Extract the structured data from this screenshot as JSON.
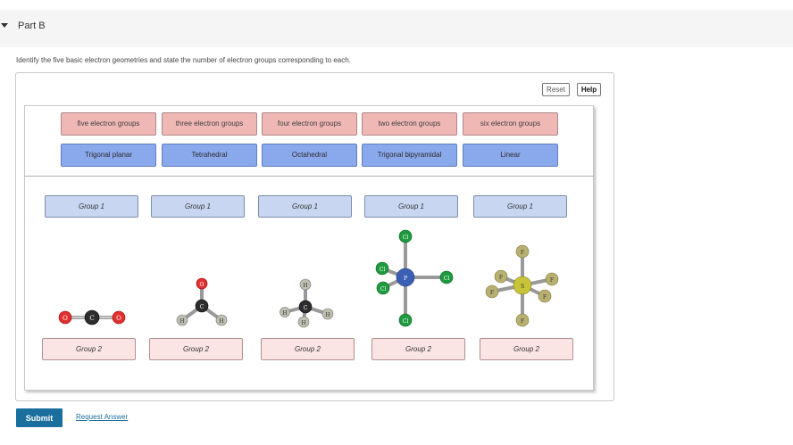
{
  "part": {
    "title": "Part B",
    "caret_icon": "caret-down-icon"
  },
  "question": "Identify the five basic electron geometries and state the number of electron groups corresponding to each.",
  "toolbar": {
    "reset": "Reset",
    "help": "Help"
  },
  "tray": {
    "row1": [
      "five electron groups",
      "three electron groups",
      "four electron groups",
      "two electron groups",
      "six electron groups"
    ],
    "row2": [
      "Trigonal planar",
      "Tetrahedral",
      "Octahedral",
      "Trigonal bipyramidal",
      "Linear"
    ]
  },
  "columns": [
    {
      "group1": "Group 1",
      "group2": "Group 2",
      "molecule": "CO2",
      "atoms": [
        "O",
        "C",
        "O"
      ]
    },
    {
      "group1": "Group 1",
      "group2": "Group 2",
      "molecule": "H2CO",
      "atoms": [
        "O",
        "C",
        "H",
        "H"
      ]
    },
    {
      "group1": "Group 1",
      "group2": "Group 2",
      "molecule": "CH4",
      "atoms": [
        "H",
        "C",
        "H",
        "H",
        "H"
      ]
    },
    {
      "group1": "Group 1",
      "group2": "Group 2",
      "molecule": "PCl5",
      "atoms": [
        "Cl",
        "Cl",
        "Cl",
        "P",
        "Cl",
        "Cl"
      ]
    },
    {
      "group1": "Group 1",
      "group2": "Group 2",
      "molecule": "SF6",
      "atoms": [
        "F",
        "F",
        "F",
        "S",
        "F",
        "F",
        "F"
      ]
    }
  ],
  "actions": {
    "submit": "Submit",
    "request_answer": "Request Answer"
  },
  "colors": {
    "submit": "#1a6f9e",
    "label_pink": "#f0b8b5",
    "label_blue": "#8aa9ec",
    "slot_blue": "#c8d6f2",
    "slot_pink": "#fbe4e4",
    "atom_O": "#e03030",
    "atom_C": "#2d2d2d",
    "atom_H": "#bfbfb0",
    "atom_Cl": "#1e9a3e",
    "atom_P": "#3a5fb5",
    "atom_S": "#c8c43a",
    "atom_F": "#b8b070"
  }
}
